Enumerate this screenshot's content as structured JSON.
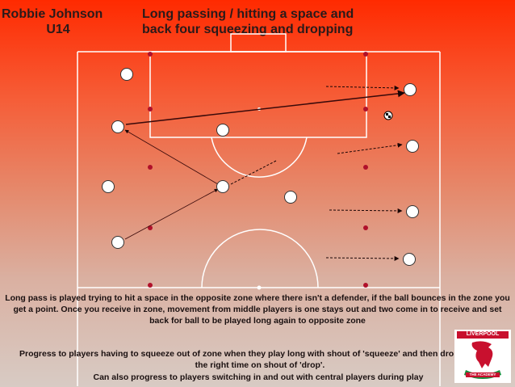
{
  "header": {
    "author_name": "Robbie Johnson",
    "author_group": "U14",
    "title_line_1": "Long passing / hitting a space and",
    "title_line_2": "back four squeezing and dropping"
  },
  "description": {
    "paragraph_1": "Long pass is played trying to hit a space in the opposite zone where there isn't a defender, if the ball bounces in the zone you get a point. Once you receive in zone, movement from middle players is one stays out and two come in to receive and set back for ball to be played long again to opposite zone",
    "paragraph_2": "Progress to players having to squeeze out of zone when they play long with shout of 'squeeze' and then drop back in at the right time on shout of 'drop'.",
    "paragraph_3": "Can also progress to players switching in and out with central players during play"
  },
  "crest": {
    "top_text": "LIVERPOOL",
    "bottom_text": "THE ACADEMY"
  },
  "colors": {
    "cone": "#b0102a",
    "pitch_line": "#ffffff",
    "arrow": "#1a0505"
  }
}
